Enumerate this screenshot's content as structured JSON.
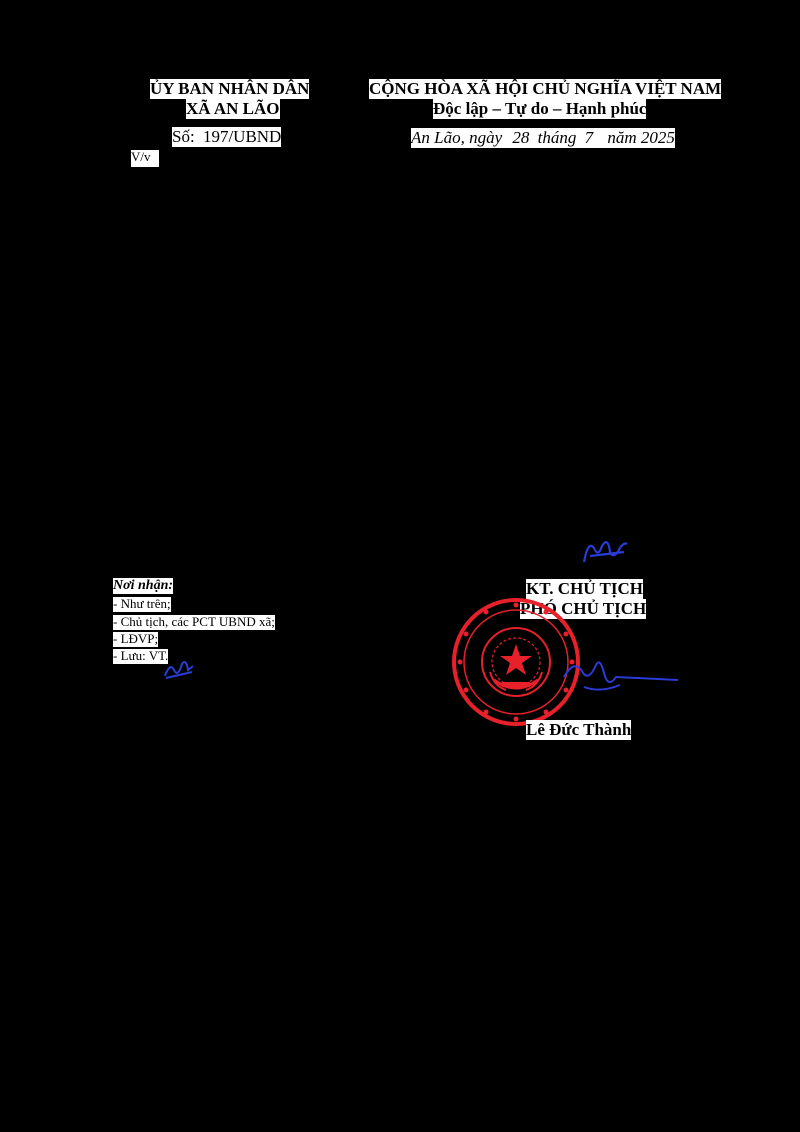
{
  "header_left": {
    "org_line1": "ỦY BAN NHÂN DÂN",
    "org_line2": "XÃ AN LÃO",
    "doc_number_prefix": "Số:",
    "doc_number": "197",
    "doc_number_suffix": "/UBND",
    "subject_prefix": "V/v"
  },
  "header_right": {
    "motto_line1": "CỘNG HÒA XÃ HỘI CHỦ NGHĨA VIỆT NAM",
    "motto_line2": "Độc lập – Tự do – Hạnh phúc",
    "place": "An Lão, ngày",
    "day": "28",
    "month_word": "tháng",
    "month": "7",
    "year_word": "năm 2025"
  },
  "recipients": {
    "title": "Nơi nhận:",
    "items": [
      "- Như trên;",
      "- Chủ tịch, các PCT UBND xã;",
      "- LĐVP;",
      "- Lưu: VT."
    ]
  },
  "signature": {
    "role_line1": "KT. CHỦ TỊCH",
    "role_line2": "PHÓ CHỦ TỊCH",
    "name": "Lê Đức Thành"
  },
  "colors": {
    "background": "#000000",
    "paper": "#ffffff",
    "stamp": "#e8202a",
    "ink": "#2a3bd6"
  }
}
